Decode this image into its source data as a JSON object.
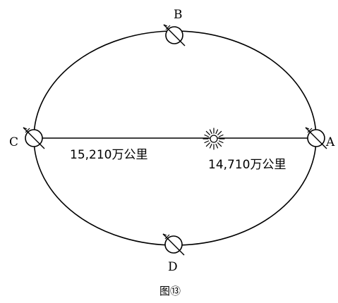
{
  "diagram": {
    "positions": {
      "a": "A",
      "b": "B",
      "c": "C",
      "d": "D"
    },
    "distances": {
      "far": "15,210万公里",
      "near": "14,710万公里"
    },
    "caption": "图⑬"
  },
  "style": {
    "line_color": "#000000",
    "background": "#ffffff"
  },
  "icons": {
    "sun": "sun-icon",
    "earth": "earth-icon"
  }
}
